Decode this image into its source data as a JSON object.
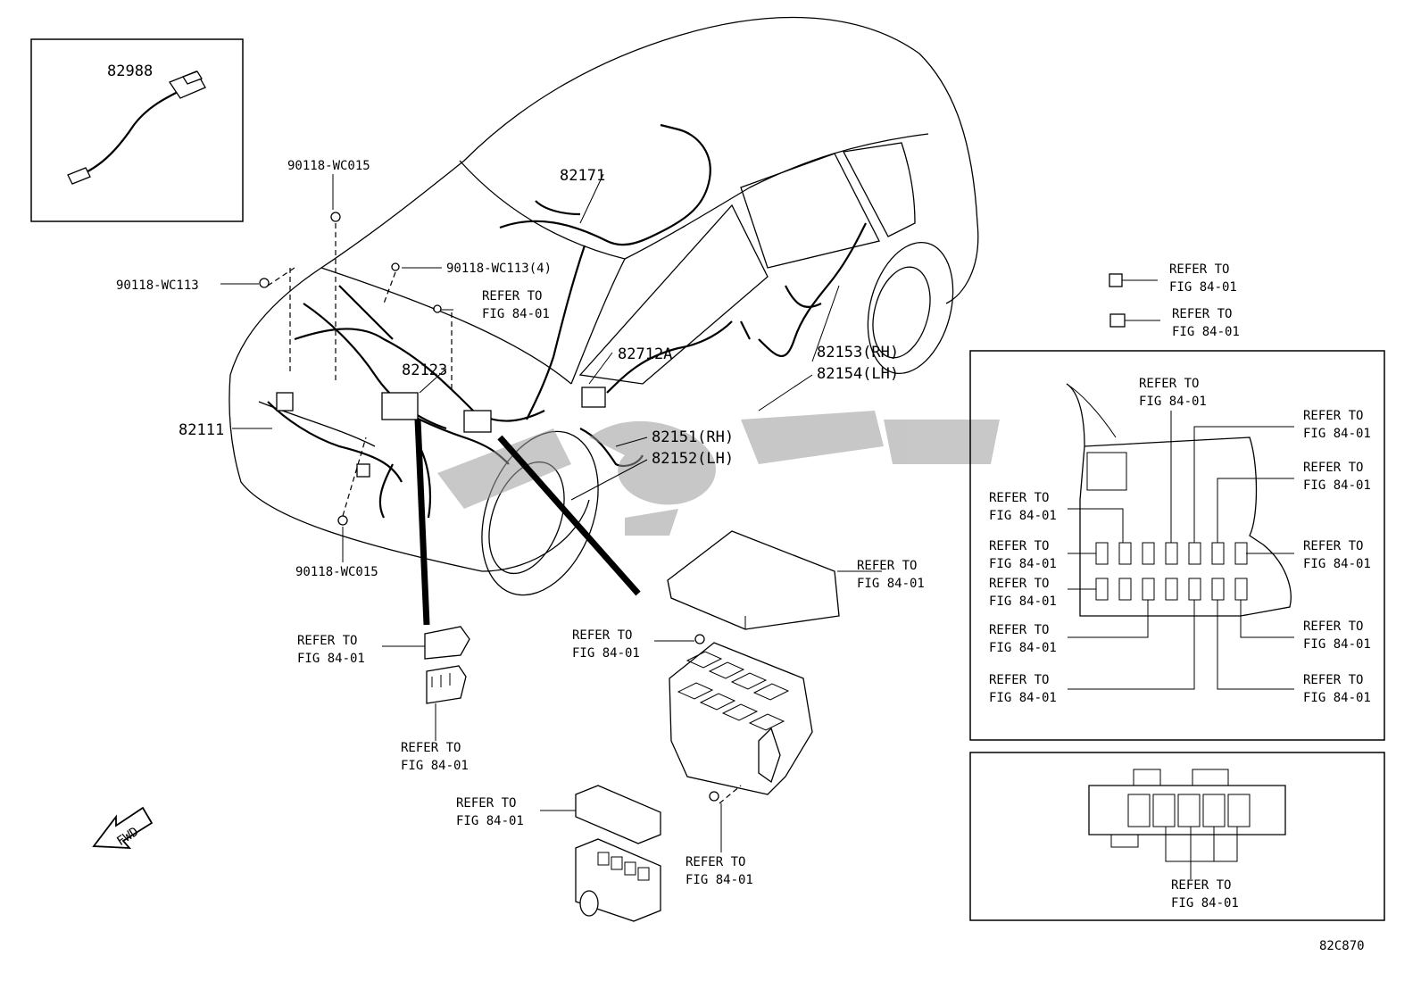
{
  "drawing_code": "82C870",
  "fwd_label": "FWD",
  "watermark_label": "ﮔﻢ",
  "parts": {
    "p82988": "82988",
    "p82171": "82171",
    "p82712A": "82712A",
    "p82123": "82123",
    "p82111": "82111",
    "p82153": "82153(RH)",
    "p82154": "82154(LH)",
    "p82151": "82151(RH)",
    "p82152": "82152(LH)",
    "bolt_top": "90118-WC015",
    "bolt_bottom": "90118-WC015",
    "clip_left": "90118-WC113",
    "clip_top": "90118-WC113(4)"
  },
  "refer": {
    "line1": "REFER TO",
    "line2": "FIG 84-01"
  }
}
